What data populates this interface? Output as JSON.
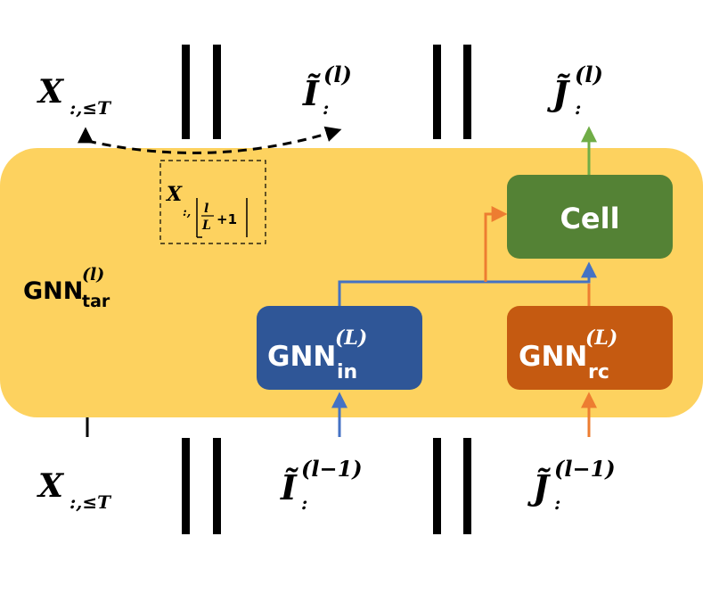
{
  "colors": {
    "container_fill": "#FDD25F",
    "gnn_in_fill": "#2F5697",
    "gnn_rc_fill": "#C55A11",
    "cell_fill": "#548235",
    "blue_arrow": "#4472C4",
    "orange_arrow": "#ED7D31",
    "green_arrow": "#70AD47",
    "black": "#000000"
  },
  "container": {
    "name_main": "GNN",
    "name_sup": "(l)",
    "name_sub": "tar"
  },
  "blocks": {
    "gnn_in": {
      "main": "GNN",
      "sup": "(L)",
      "sub": "in"
    },
    "gnn_rc": {
      "main": "GNN",
      "sup": "(L)",
      "sub": "rc"
    },
    "cell": {
      "label": "Cell"
    }
  },
  "top_row": {
    "x": {
      "main": "X",
      "sub": ":,≤T"
    },
    "i": {
      "main": "Ĩ",
      "sup": "(l)",
      "sub": ":"
    },
    "j": {
      "main": "J̃",
      "sup": "(l)",
      "sub": ":"
    }
  },
  "bottom_row": {
    "x": {
      "main": "X",
      "sub": ":,≤T"
    },
    "i": {
      "main": "Ĩ",
      "sup": "(l−1)",
      "sub": ":"
    },
    "j": {
      "main": "J̃",
      "sup": "(l−1)",
      "sub": ":"
    }
  },
  "dashed_box": {
    "main": "X",
    "sub_prefix": ":,",
    "frac_num": "l",
    "frac_den": "L",
    "frac_suffix": "+1"
  },
  "icons": {
    "separator": "double-bar",
    "arrowhead": "triangle"
  }
}
